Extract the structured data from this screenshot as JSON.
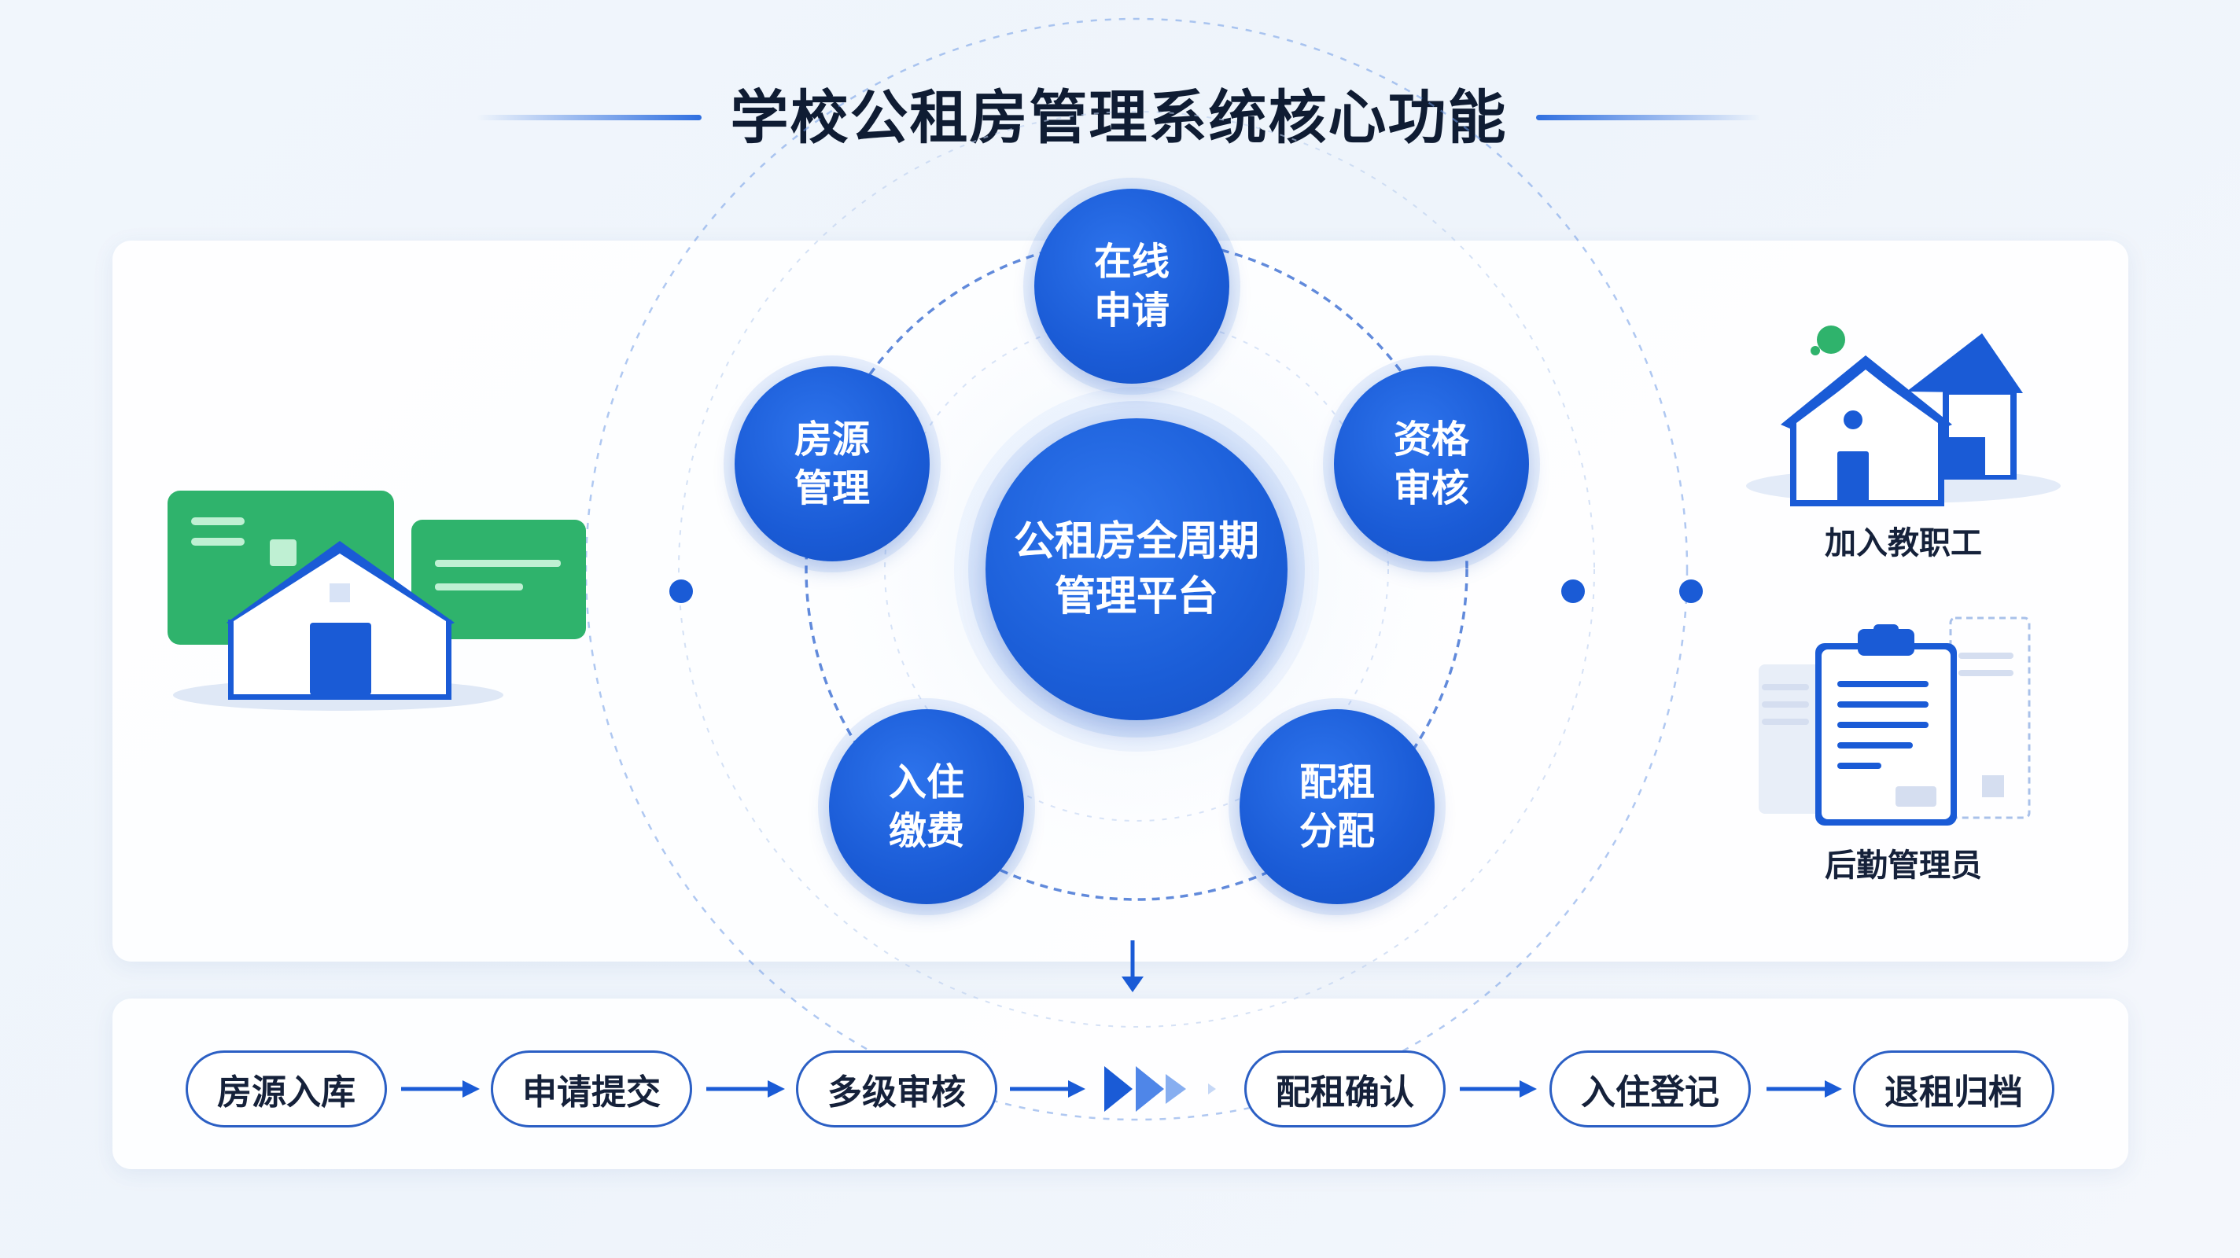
{
  "title": "学校公租房管理系统核心功能",
  "center_platform": {
    "label": "公租房全周期\n管理平台"
  },
  "functions": [
    {
      "key": "online_apply",
      "label": "在线\n申请"
    },
    {
      "key": "qualification_review",
      "label": "资格\n审核"
    },
    {
      "key": "rent_allocation",
      "label": "配租\n分配"
    },
    {
      "key": "checkin_payment",
      "label": "入住\n缴费"
    },
    {
      "key": "housing_management",
      "label": "房源\n管理"
    }
  ],
  "roles": [
    {
      "key": "join_staff",
      "label": "加入教职工",
      "icon": "house-icon"
    },
    {
      "key": "logistics_admin",
      "label": "后勤管理员",
      "icon": "clipboard-icon"
    }
  ],
  "process_steps": [
    {
      "label": "房源入库"
    },
    {
      "label": "申请提交"
    },
    {
      "label": "多级审核"
    },
    {
      "label": "配租确认"
    },
    {
      "label": "入住登记"
    },
    {
      "label": "退租归档"
    }
  ],
  "colors": {
    "primary_blue": "#1a5bd6",
    "green": "#2fb36c",
    "title_text": "#0f1c33"
  }
}
